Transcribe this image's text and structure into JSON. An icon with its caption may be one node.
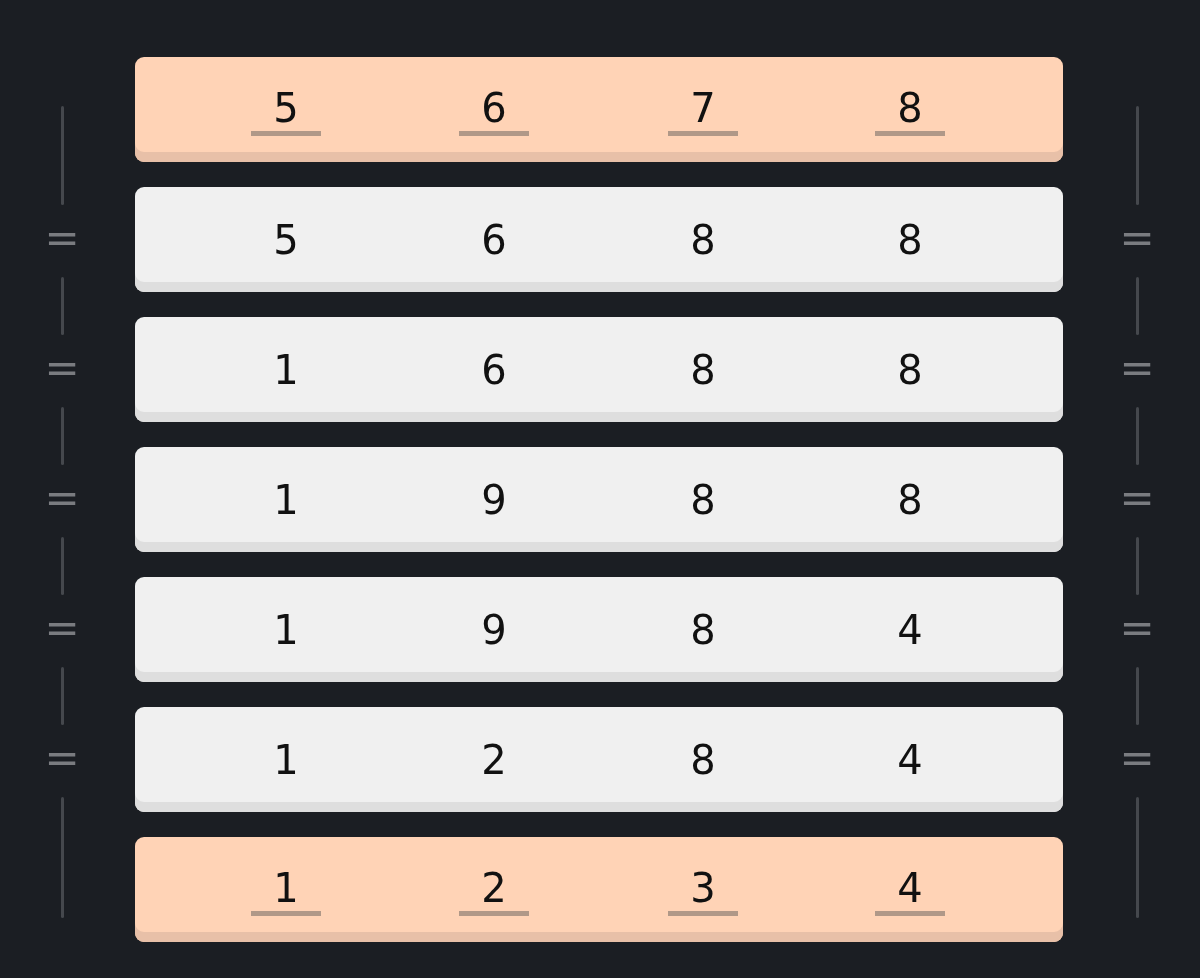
{
  "diagram": {
    "nodes": [
      {
        "text": [
          "5",
          "6",
          "7",
          "8"
        ]
      },
      {
        "text": [
          "5",
          "6",
          "8",
          "8"
        ]
      },
      {
        "text": [
          "1",
          "6",
          "8",
          "8"
        ]
      },
      {
        "text": [
          "1",
          "9",
          "8",
          "8"
        ]
      },
      {
        "text": [
          "1",
          "9",
          "8",
          "4"
        ]
      },
      {
        "text": [
          "1",
          "2",
          "8",
          "4"
        ]
      },
      {
        "text": [
          "1",
          "2",
          "3",
          "4"
        ]
      }
    ],
    "labels": [
      "=",
      "=",
      "=",
      "=",
      "=",
      "=",
      "=",
      "=",
      "=",
      "="
    ]
  }
}
